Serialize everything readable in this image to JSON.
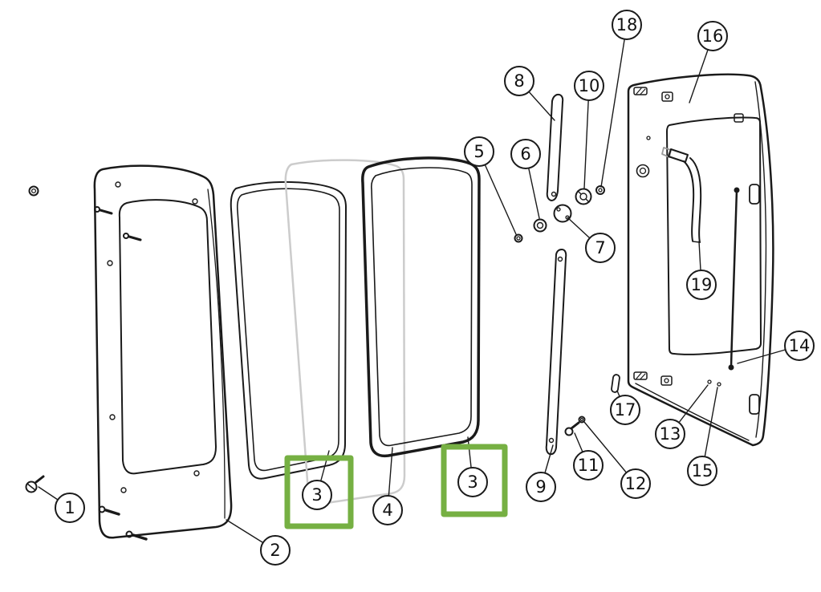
{
  "diagram": {
    "kind": "exploded-parts-diagram",
    "line_color": "#1a1a1a",
    "background_color": "#ffffff",
    "highlight_color": "#76b043",
    "highlighted_part_number": "3"
  },
  "callouts": [
    {
      "label": "1",
      "highlighted": false
    },
    {
      "label": "2",
      "highlighted": false
    },
    {
      "label": "3",
      "highlighted": true
    },
    {
      "label": "3",
      "highlighted": true
    },
    {
      "label": "4",
      "highlighted": false
    },
    {
      "label": "5",
      "highlighted": false
    },
    {
      "label": "6",
      "highlighted": false
    },
    {
      "label": "7",
      "highlighted": false
    },
    {
      "label": "8",
      "highlighted": false
    },
    {
      "label": "9",
      "highlighted": false
    },
    {
      "label": "10",
      "highlighted": false
    },
    {
      "label": "11",
      "highlighted": false
    },
    {
      "label": "12",
      "highlighted": false
    },
    {
      "label": "13",
      "highlighted": false
    },
    {
      "label": "14",
      "highlighted": false
    },
    {
      "label": "15",
      "highlighted": false
    },
    {
      "label": "16",
      "highlighted": false
    },
    {
      "label": "17",
      "highlighted": false
    },
    {
      "label": "18",
      "highlighted": false
    },
    {
      "label": "19",
      "highlighted": false
    }
  ]
}
